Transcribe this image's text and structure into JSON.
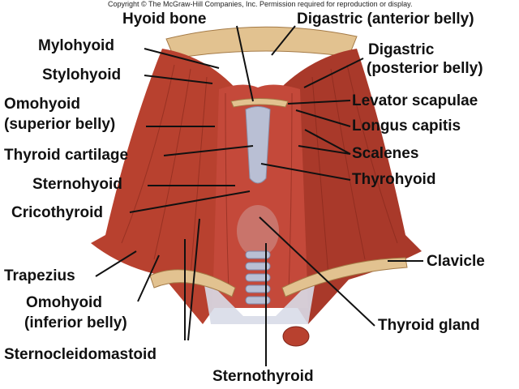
{
  "copyright": "Copyright © The McGraw-Hill Companies, Inc. Permission required for reproduction or display.",
  "labels": {
    "hyoid_bone": "Hyoid bone",
    "digastric_anterior": "Digastric (anterior belly)",
    "mylohyoid": "Mylohyoid",
    "digastric_posterior_1": "Digastric",
    "digastric_posterior_2": "(posterior belly)",
    "stylohyoid": "Stylohyoid",
    "omohyoid_superior_1": "Omohyoid",
    "omohyoid_superior_2": "(superior belly)",
    "levator_scapulae": "Levator scapulae",
    "longus_capitis": "Longus capitis",
    "thyroid_cartilage": "Thyroid cartilage",
    "scalenes": "Scalenes",
    "sternohyoid": "Sternohyoid",
    "thyrohyoid": "Thyrohyoid",
    "cricothyroid": "Cricothyroid",
    "clavicle": "Clavicle",
    "trapezius": "Trapezius",
    "omohyoid_inferior_1": "Omohyoid",
    "omohyoid_inferior_2": "(inferior belly)",
    "thyroid_gland": "Thyroid gland",
    "sternocleidomastoid": "Sternocleidomastoid",
    "sternothyroid": "Sternothyroid"
  },
  "colors": {
    "muscle": "#b8412f",
    "muscle_dark": "#7e2418",
    "muscle_light": "#d86a55",
    "bone": "#e2c290",
    "cartilage": "#b9bfd4",
    "gland": "#c9746b",
    "tendon": "#d8dbe8",
    "leader": "#111111"
  }
}
